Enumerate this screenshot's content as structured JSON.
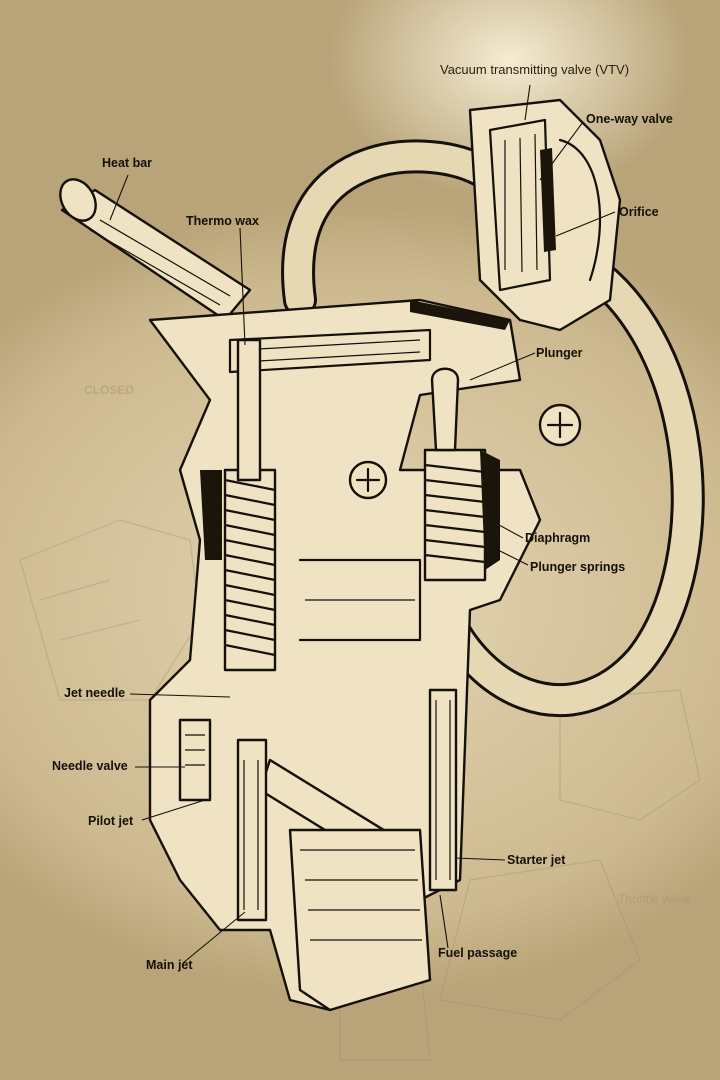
{
  "labels": {
    "heat_bar": "Heat bar",
    "thermo_wax": "Thermo wax",
    "vtv": "Vacuum transmitting valve  (VTV)",
    "one_way_valve": "One-way valve",
    "orifice": "Orifice",
    "plunger": "Plunger",
    "diaphragm": "Diaphragm",
    "plunger_springs": "Plunger springs",
    "jet_needle": "Jet needle",
    "needle_valve": "Needle valve",
    "pilot_jet": "Pilot jet",
    "starter_jet": "Starter jet",
    "main_jet": "Main jet",
    "fuel_passage": "Fuel passage"
  },
  "bleed_through": {
    "closed": "CLOSED",
    "throttle_valve": "Throttle valve"
  },
  "colors": {
    "ink": "#15110a",
    "paper": "#e3d5b3",
    "shade": "#1a140b"
  }
}
